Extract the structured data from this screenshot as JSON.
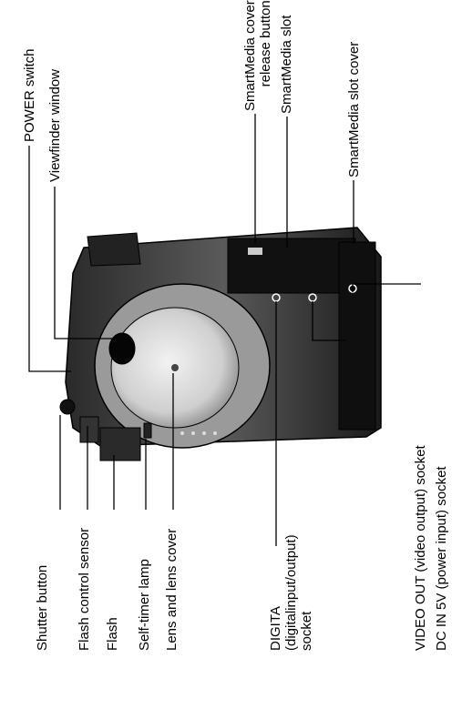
{
  "labels": {
    "power_switch": "POWER switch",
    "viewfinder_window": "Viewfinder window",
    "smartmedia_cover_release": [
      "SmartMedia cover",
      "release button"
    ],
    "smartmedia_slot": "SmartMedia slot",
    "smartmedia_slot_cover": "SmartMedia slot cover",
    "shutter_button": "Shutter button",
    "flash_control_sensor": "Flash control sensor",
    "flash": "Flash",
    "self_timer_lamp": "Self-timer lamp",
    "lens_and_lens_cover": "Lens and lens cover",
    "digita_socket": [
      "DIGITA",
      "(digitalinput/output)",
      "socket"
    ],
    "video_out_socket": "VIDEO OUT (video output) socket",
    "dc_in_socket": "DC IN 5V (power input) socket"
  },
  "colors": {
    "ink": "#000000",
    "body_dark": "#1c1c1c",
    "body_mid": "#6b6b6b",
    "lens_light": "#d9d9d9"
  }
}
